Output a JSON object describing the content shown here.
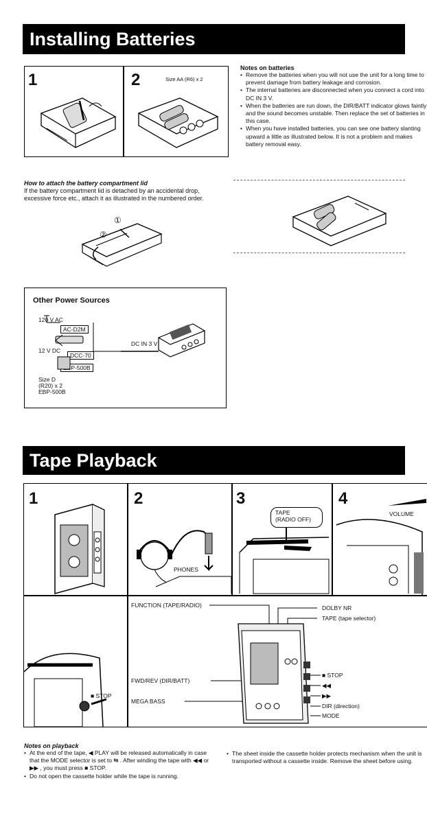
{
  "batteries": {
    "title": "Installing Batteries",
    "step1": "1",
    "step2": "2",
    "size_label": "Size AA (R6) x 2",
    "attach_heading": "How to attach the battery compartment lid",
    "attach_text": "If the battery compartment lid is detached by an accidental drop, excessive force etc., attach it as illustrated in the numbered order.",
    "circle1": "①",
    "circle2": "②",
    "notes_title": "Notes on batteries",
    "notes": [
      "Remove the batteries when you will not use the unit for a long time to prevent damage from battery leakage and corrosion.",
      "The internal batteries are disconnected when you connect a cord into DC IN 3 V.",
      "When the batteries are run down, the DIR/BATT indicator glows faintly and the sound becomes unstable. Then replace the set of batteries in this case.",
      "When you have installed batteries, you can see one battery slanting upward a little as illustrated below. It is not a problem and makes battery removal easy."
    ]
  },
  "power": {
    "title": "Other Power Sources",
    "ac": "120 V AC",
    "ac_model": "AC-D2M",
    "dc": "12 V DC",
    "dcc": "DCC-70",
    "ebp": "EBP-500B",
    "dcin": "DC IN 3 V",
    "size_d": "Size D",
    "r20": "(R20) x 2",
    "ebp2": "EBP-500B"
  },
  "playback": {
    "title": "Tape Playback",
    "steps": [
      "1",
      "2",
      "3",
      "4"
    ],
    "phones": "PHONES",
    "tape_label": "TAPE",
    "radio_off": "(RADIO OFF)",
    "volume": "VOLUME",
    "stop_label": "■ STOP",
    "function_label": "FUNCTION (TAPE/RADIO)",
    "fwd_rev": "FWD/REV (DIR/BATT)",
    "mega_bass": "MEGA BASS",
    "dolby": "DOLBY NR",
    "tape_selector": "TAPE (tape selector)",
    "stop_right": "■ STOP",
    "rew_sym": "◀◀",
    "ff_sym": "▶▶",
    "dir_label": "DIR (direction)",
    "mode_label": "MODE",
    "notes_title": "Notes on playback",
    "notes_left": [
      "At the end of the tape, ◀ PLAY will be released automatically in case that the MODE selector is set to ⇆ . After winding the tape with ◀◀ or ▶▶ , you must press ■ STOP.",
      "Do not open the cassette holder while the tape is running."
    ],
    "notes_right": [
      "The sheet inside the cassette holder protects mechanism when the unit is transported without a cassette inside. Remove the sheet before using."
    ]
  }
}
